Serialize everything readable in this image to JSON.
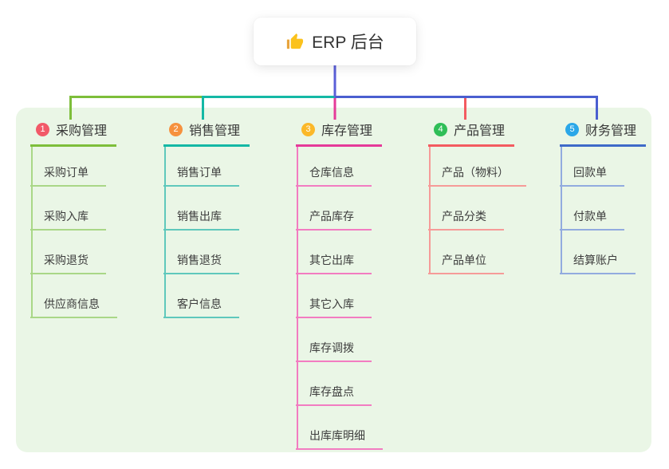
{
  "root": {
    "title": "ERP 后台",
    "icon": "thumbs-up-icon",
    "icon_color": "#FBC21D"
  },
  "panel": {
    "background": "#EAF6E6"
  },
  "connectors": {
    "stem_color": "#5A5FD8",
    "bus_color": "#4A5FD0"
  },
  "branches": [
    {
      "badge": "1",
      "title": "采购管理",
      "badge_color": "#F25968",
      "line_color": "#7DBE3A",
      "light_color": "#A9D787",
      "children": [
        "采购订单",
        "采购入库",
        "采购退货",
        "供应商信息"
      ]
    },
    {
      "badge": "2",
      "title": "销售管理",
      "badge_color": "#F6913E",
      "line_color": "#14B8A5",
      "light_color": "#5FC8BC",
      "children": [
        "销售订单",
        "销售出库",
        "销售退货",
        "客户信息"
      ]
    },
    {
      "badge": "3",
      "title": "库存管理",
      "badge_color": "#FBB829",
      "line_color": "#E53A99",
      "light_color": "#F27CC1",
      "children": [
        "仓库信息",
        "产品库存",
        "其它出库",
        "其它入库",
        "库存调拨",
        "库存盘点",
        "出库库明细"
      ]
    },
    {
      "badge": "4",
      "title": "产品管理",
      "badge_color": "#2FBE57",
      "line_color": "#F35B60",
      "light_color": "#F69B98",
      "children": [
        "产品（物料）",
        "产品分类",
        "产品单位"
      ]
    },
    {
      "badge": "5",
      "title": "财务管理",
      "badge_color": "#2BA7E8",
      "line_color": "#3E6AC8",
      "light_color": "#92ABDF",
      "children": [
        "回款单",
        "付款单",
        "结算账户"
      ]
    }
  ]
}
